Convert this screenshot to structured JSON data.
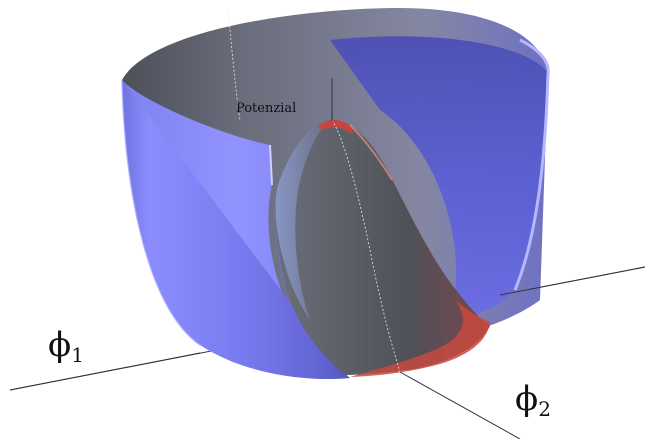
{
  "labels": {
    "vertical_axis": "Potenzial",
    "axis_phi1_symbol": "ϕ",
    "axis_phi1_subscript": "1",
    "axis_phi2_symbol": "ϕ",
    "axis_phi2_subscript": "2"
  },
  "colors": {
    "surface_blue": "#7d7ff2",
    "surface_dark": "#5a5d66",
    "surface_rim": "#9ea0ff",
    "hump_highlight": "#c98e8a",
    "hump_red": "#d0433a",
    "axis_line": "#333333"
  }
}
